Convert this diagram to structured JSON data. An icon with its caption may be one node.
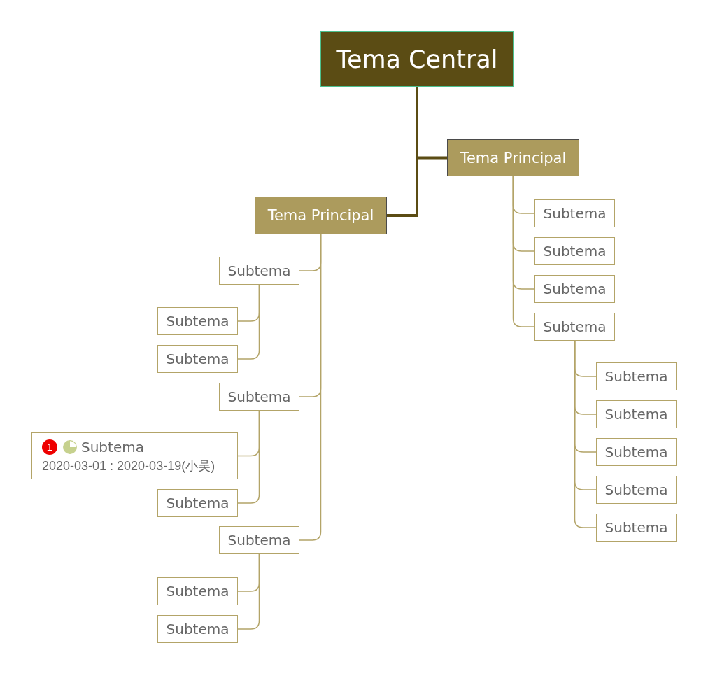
{
  "diagram": {
    "nodes": [
      {
        "text": [
          "Tema Central"
        ]
      },
      {
        "text": [
          "Tema Principal"
        ]
      },
      {
        "text": [
          "Subtema"
        ]
      },
      {
        "text": [
          "Subtema"
        ]
      },
      {
        "text": [
          "Subtema"
        ]
      },
      {
        "text": [
          "Subtema"
        ]
      },
      {
        "text": [
          "Subtema"
        ]
      },
      {
        "text": [
          "Subtema"
        ]
      },
      {
        "text": [
          "Subtema"
        ]
      },
      {
        "text": [
          "Subtema"
        ]
      },
      {
        "text": [
          "Subtema"
        ]
      },
      {
        "text": [
          "Tema Principal"
        ]
      },
      {
        "text": [
          "Subtema"
        ]
      },
      {
        "text": [
          "Subtema"
        ]
      },
      {
        "text": [
          "Subtema"
        ]
      },
      {
        "text": [
          "Subtema"
        ]
      },
      {
        "text": [
          "1",
          "Subtema",
          "2020-03-01 : 2020-03-19(小吴)"
        ]
      },
      {
        "text": [
          "Subtema"
        ]
      },
      {
        "text": [
          "Subtema"
        ]
      },
      {
        "text": [
          "Subtema"
        ]
      },
      {
        "text": [
          "Subtema"
        ]
      }
    ],
    "edges": [
      {
        "from": 0,
        "to": 1,
        "arrow": "none",
        "style": "thick",
        "color": "#5b4c14"
      },
      {
        "from": 1,
        "to": 2,
        "arrow": "none"
      },
      {
        "from": 1,
        "to": 3,
        "arrow": "none"
      },
      {
        "from": 1,
        "to": 4,
        "arrow": "none"
      },
      {
        "from": 1,
        "to": 5,
        "arrow": "none"
      },
      {
        "from": 5,
        "to": 6,
        "arrow": "none"
      },
      {
        "from": 5,
        "to": 7,
        "arrow": "none"
      },
      {
        "from": 5,
        "to": 8,
        "arrow": "none"
      },
      {
        "from": 5,
        "to": 9,
        "arrow": "none"
      },
      {
        "from": 5,
        "to": 10,
        "arrow": "none"
      },
      {
        "from": 0,
        "to": 11,
        "arrow": "none",
        "style": "thick",
        "color": "#5b4c14"
      },
      {
        "from": 11,
        "to": 12,
        "arrow": "none"
      },
      {
        "from": 12,
        "to": 13,
        "arrow": "none"
      },
      {
        "from": 12,
        "to": 14,
        "arrow": "none"
      },
      {
        "from": 11,
        "to": 15,
        "arrow": "none"
      },
      {
        "from": 15,
        "to": 16,
        "arrow": "none"
      },
      {
        "from": 15,
        "to": 17,
        "arrow": "none"
      },
      {
        "from": 11,
        "to": 18,
        "arrow": "none"
      },
      {
        "from": 18,
        "to": 19,
        "arrow": "none"
      },
      {
        "from": 18,
        "to": 20,
        "arrow": "none"
      }
    ]
  }
}
